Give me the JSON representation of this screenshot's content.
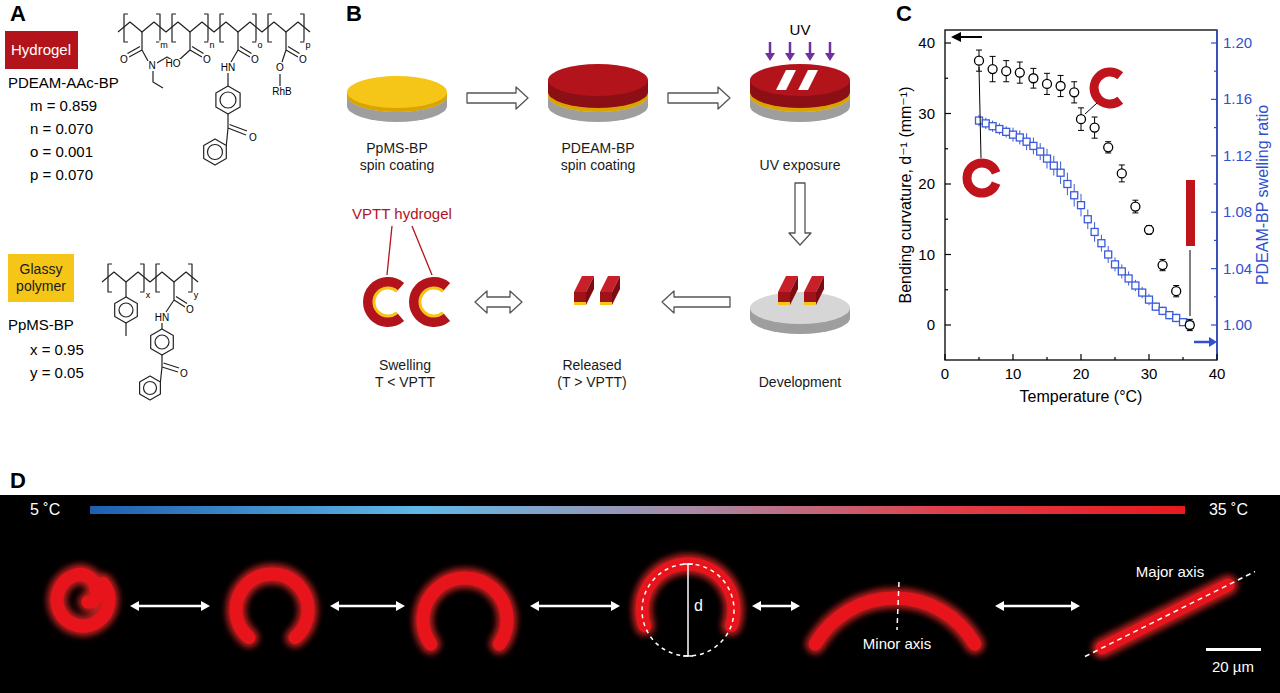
{
  "diagram": {
    "nodes": [
      {
        "text": [
          "Hydrogel"
        ]
      },
      {
        "text": [
          "Glassy polymer"
        ]
      },
      {
        "text": [
          "PpMS-BP spin coating"
        ]
      },
      {
        "text": [
          "PDEAM-BP spin coating"
        ]
      },
      {
        "text": [
          "UV exposure"
        ]
      },
      {
        "text": [
          "Swelling T < VPTT"
        ]
      },
      {
        "text": [
          "Released (T > VPTT)"
        ]
      },
      {
        "text": [
          "Development"
        ]
      }
    ],
    "edges": [
      {
        "from": 2,
        "to": 3,
        "arrow": "to"
      },
      {
        "from": 3,
        "to": 4,
        "arrow": "to"
      },
      {
        "from": 4,
        "to": 7,
        "arrow": "to"
      },
      {
        "from": 7,
        "to": 6,
        "arrow": "to"
      },
      {
        "from": 6,
        "to": 5,
        "arrow": "both"
      }
    ],
    "labels": [
      "A",
      "PDEAM-AAc-BP",
      "m = 0.859",
      "n = 0.070",
      "o = 0.001",
      "p = 0.070",
      "m",
      "n",
      "o",
      "p",
      "O",
      "N",
      "HO",
      "O",
      "HN",
      "O",
      "O",
      "O",
      "O",
      "RhB",
      "PpMS-BP",
      "x = 0.95",
      "y = 0.05",
      "x",
      "y",
      "HN",
      "O",
      "O",
      "B",
      "UV",
      "VPTT hydrogel",
      "C",
      "40",
      "30",
      "20",
      "10",
      "0",
      "1.20",
      "1.16",
      "1.12",
      "1.08",
      "1.04",
      "1.00",
      "0",
      "10",
      "20",
      "30",
      "40",
      "Bending curvature, d⁻¹ (mm⁻¹)",
      "PDEAM-BP swelling ratio",
      "Temperature (°C)",
      "D",
      "5 ˚C",
      "35 ˚C",
      "d",
      "Minor axis",
      "Major axis",
      "20 µm"
    ]
  }
}
